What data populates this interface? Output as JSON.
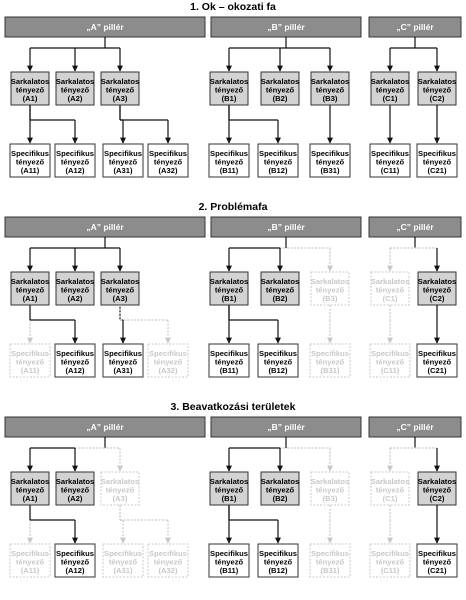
{
  "sections": [
    {
      "title": "1. Ok – okozati fa",
      "pillars": [
        {
          "label": "„A” pillér",
          "factors": [
            {
              "lines": [
                "Sarkalatos",
                "tényező",
                "(A1)"
              ],
              "active": true
            },
            {
              "lines": [
                "Sarkalatos",
                "tényező",
                "(A2)"
              ],
              "active": true
            },
            {
              "lines": [
                "Sarkalatos",
                "tényező",
                "(A3)"
              ],
              "active": true
            }
          ],
          "specifics": [
            {
              "lines": [
                "Specifikus",
                "tényező",
                "(A11)"
              ],
              "active": true
            },
            {
              "lines": [
                "Specifikus",
                "tényező",
                "(A12)"
              ],
              "active": true
            },
            {
              "lines": [
                "Specifikus",
                "tényező",
                "(A31)"
              ],
              "active": true
            },
            {
              "lines": [
                "Specifikus",
                "tényező",
                "(A32)"
              ],
              "active": true
            }
          ]
        },
        {
          "label": "„B” pillér",
          "factors": [
            {
              "lines": [
                "Sarkalatos",
                "tényező",
                "(B1)"
              ],
              "active": true
            },
            {
              "lines": [
                "Sarkalatos",
                "tényező",
                "(B2)"
              ],
              "active": true
            },
            {
              "lines": [
                "Sarkalatos",
                "tényező",
                "(B3)"
              ],
              "active": true
            }
          ],
          "specifics": [
            {
              "lines": [
                "Specifikus",
                "tényező",
                "(B11)"
              ],
              "active": true
            },
            {
              "lines": [
                "Specifikus",
                "tényező",
                "(B12)"
              ],
              "active": true
            },
            {
              "lines": [
                "Specifikus",
                "tényező",
                "(B31)"
              ],
              "active": true
            }
          ]
        },
        {
          "label": "„C” pillér",
          "factors": [
            {
              "lines": [
                "Sarkalatos",
                "tényező",
                "(C1)"
              ],
              "active": true
            },
            {
              "lines": [
                "Sarkalatos",
                "tényező",
                "(C2)"
              ],
              "active": true
            }
          ],
          "specifics": [
            {
              "lines": [
                "Specifikus",
                "tényező",
                "(C11)"
              ],
              "active": true
            },
            {
              "lines": [
                "Specifikus",
                "tényező",
                "(C21)"
              ],
              "active": true
            }
          ]
        }
      ]
    },
    {
      "title": "2. Problémafa",
      "pillars": [
        {
          "label": "„A” pillér",
          "factors": [
            {
              "lines": [
                "Sarkalatos",
                "tényező",
                "(A1)"
              ],
              "active": true
            },
            {
              "lines": [
                "Sarkalatos",
                "tényező",
                "(A2)"
              ],
              "active": true
            },
            {
              "lines": [
                "Sarkalatos",
                "tényező",
                "(A3)"
              ],
              "active": true
            }
          ],
          "specifics": [
            {
              "lines": [
                "Specifikus",
                "tényező",
                "(A11)"
              ],
              "active": false
            },
            {
              "lines": [
                "Specifikus",
                "tényező",
                "(A12)"
              ],
              "active": true
            },
            {
              "lines": [
                "Specifikus",
                "tényező",
                "(A31)"
              ],
              "active": true
            },
            {
              "lines": [
                "Specifikus",
                "tényező",
                "(A32)"
              ],
              "active": false
            }
          ]
        },
        {
          "label": "„B” pillér",
          "factors": [
            {
              "lines": [
                "Sarkalatos",
                "tényező",
                "(B1)"
              ],
              "active": true
            },
            {
              "lines": [
                "Sarkalatos",
                "tényező",
                "(B2)"
              ],
              "active": true
            },
            {
              "lines": [
                "Sarkalatos",
                "tényező",
                "(B3)"
              ],
              "active": false
            }
          ],
          "specifics": [
            {
              "lines": [
                "Specifikus",
                "tényező",
                "(B11)"
              ],
              "active": true
            },
            {
              "lines": [
                "Specifikus",
                "tényező",
                "(B12)"
              ],
              "active": true
            },
            {
              "lines": [
                "Specifikus",
                "tényező",
                "(B31)"
              ],
              "active": false
            }
          ]
        },
        {
          "label": "„C” pillér",
          "factors": [
            {
              "lines": [
                "Sarkalatos",
                "tényező",
                "(C1)"
              ],
              "active": false
            },
            {
              "lines": [
                "Sarkalatos",
                "tényező",
                "(C2)"
              ],
              "active": true
            }
          ],
          "specifics": [
            {
              "lines": [
                "Specifikus",
                "tényező",
                "(C11)"
              ],
              "active": false
            },
            {
              "lines": [
                "Specifikus",
                "tényező",
                "(C21)"
              ],
              "active": true
            }
          ]
        }
      ]
    },
    {
      "title": "3. Beavatkozási területek",
      "pillars": [
        {
          "label": "„A” pillér",
          "factors": [
            {
              "lines": [
                "Sarkalatos",
                "tényező",
                "(A1)"
              ],
              "active": true
            },
            {
              "lines": [
                "Sarkalatos",
                "tényező",
                "(A2)"
              ],
              "active": true
            },
            {
              "lines": [
                "Sarkalatos",
                "tényező",
                "(A3)"
              ],
              "active": false
            }
          ],
          "specifics": [
            {
              "lines": [
                "Specifikus",
                "tényező",
                "(A11)"
              ],
              "active": false
            },
            {
              "lines": [
                "Specifikus",
                "tényező",
                "(A12)"
              ],
              "active": true
            },
            {
              "lines": [
                "Specifikus",
                "tényező",
                "(A31)"
              ],
              "active": false
            },
            {
              "lines": [
                "Specifikus",
                "tényező",
                "(A32)"
              ],
              "active": false
            }
          ]
        },
        {
          "label": "„B” pillér",
          "factors": [
            {
              "lines": [
                "Sarkalatos",
                "tényező",
                "(B1)"
              ],
              "active": true
            },
            {
              "lines": [
                "Sarkalatos",
                "tényező",
                "(B2)"
              ],
              "active": true
            },
            {
              "lines": [
                "Sarkalatos",
                "tényező",
                "(B3)"
              ],
              "active": false
            }
          ],
          "specifics": [
            {
              "lines": [
                "Specifikus",
                "tényező",
                "(B11)"
              ],
              "active": true
            },
            {
              "lines": [
                "Specifikus",
                "tényező",
                "(B12)"
              ],
              "active": true
            },
            {
              "lines": [
                "Specifikus",
                "tényező",
                "(B31)"
              ],
              "active": false
            }
          ]
        },
        {
          "label": "„C” pillér",
          "factors": [
            {
              "lines": [
                "Sarkalatos",
                "tényező",
                "(C1)"
              ],
              "active": false
            },
            {
              "lines": [
                "Sarkalatos",
                "tényező",
                "(C2)"
              ],
              "active": true
            }
          ],
          "specifics": [
            {
              "lines": [
                "Specifikus",
                "tényező",
                "(C11)"
              ],
              "active": false
            },
            {
              "lines": [
                "Specifikus",
                "tényező",
                "(C21)"
              ],
              "active": true
            }
          ]
        }
      ]
    }
  ],
  "colors": {
    "pillar_fill": "#8c8c8c",
    "factor_fill": "#d3d3d3",
    "specific_fill": "#ffffff",
    "line": "#111111",
    "inactive": "#c8c8c8",
    "text": "#000000",
    "pillar_text": "#ffffff"
  }
}
